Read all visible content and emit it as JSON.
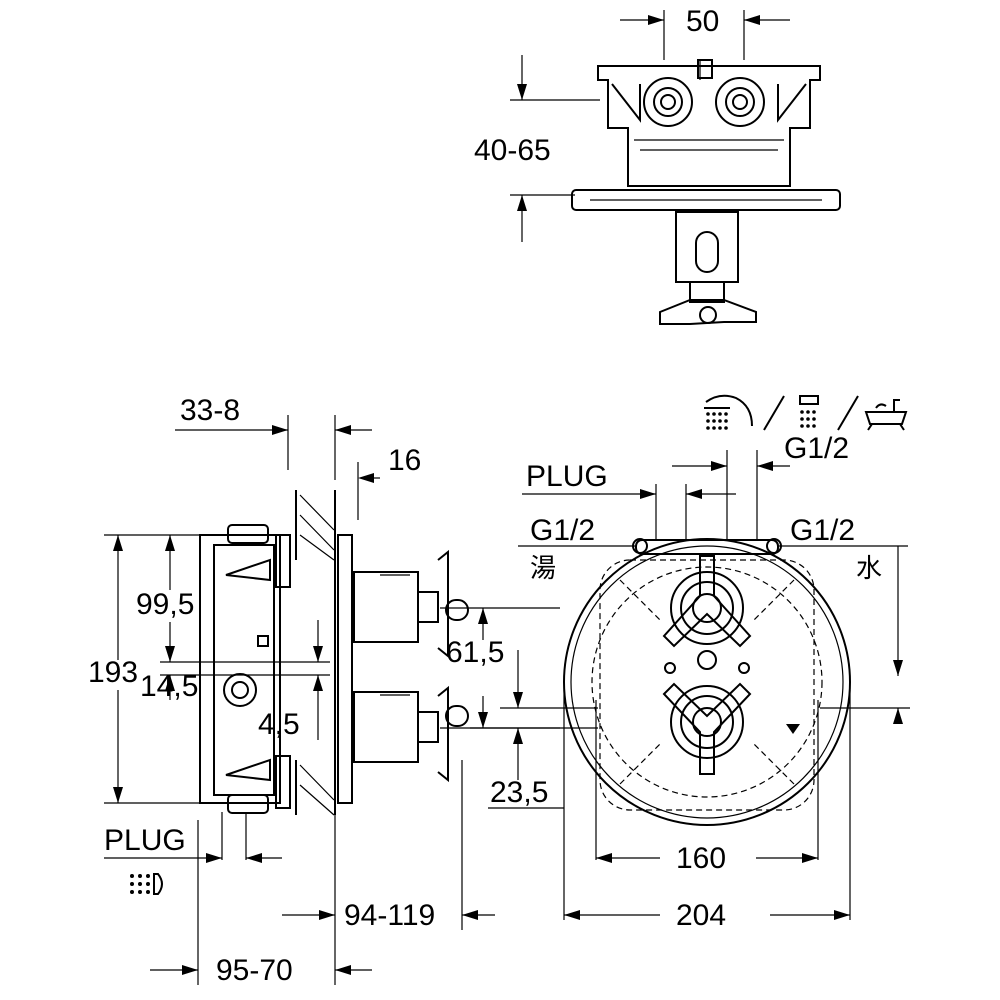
{
  "dimensions": {
    "top_width": "50",
    "top_depth": "40-65",
    "wall_offset": "33-8",
    "tile_thickness": "16",
    "plug_top": "PLUG",
    "inlet_left": "G1/2",
    "inlet_right": "G1/2",
    "outlet_top": "G1/2",
    "height_upper": "99,5",
    "height_total": "193",
    "height_mid": "14,5",
    "offset_small": "4,5",
    "handle_spacing": "61,5",
    "plug_bottom": "PLUG",
    "projection": "94-119",
    "depth_range": "95-70",
    "center_offset": "23,5",
    "inner_diameter": "160",
    "plate_diameter": "204"
  },
  "legend": {
    "hot_label": "湯",
    "cold_label": "水"
  },
  "icons": {
    "outlets": [
      "shower-head-icon",
      "hand-shower-icon",
      "bathtub-icon"
    ],
    "bottom_outlet": "hand-shower-icon"
  },
  "colors": {
    "line": "#000000",
    "background": "#ffffff"
  }
}
